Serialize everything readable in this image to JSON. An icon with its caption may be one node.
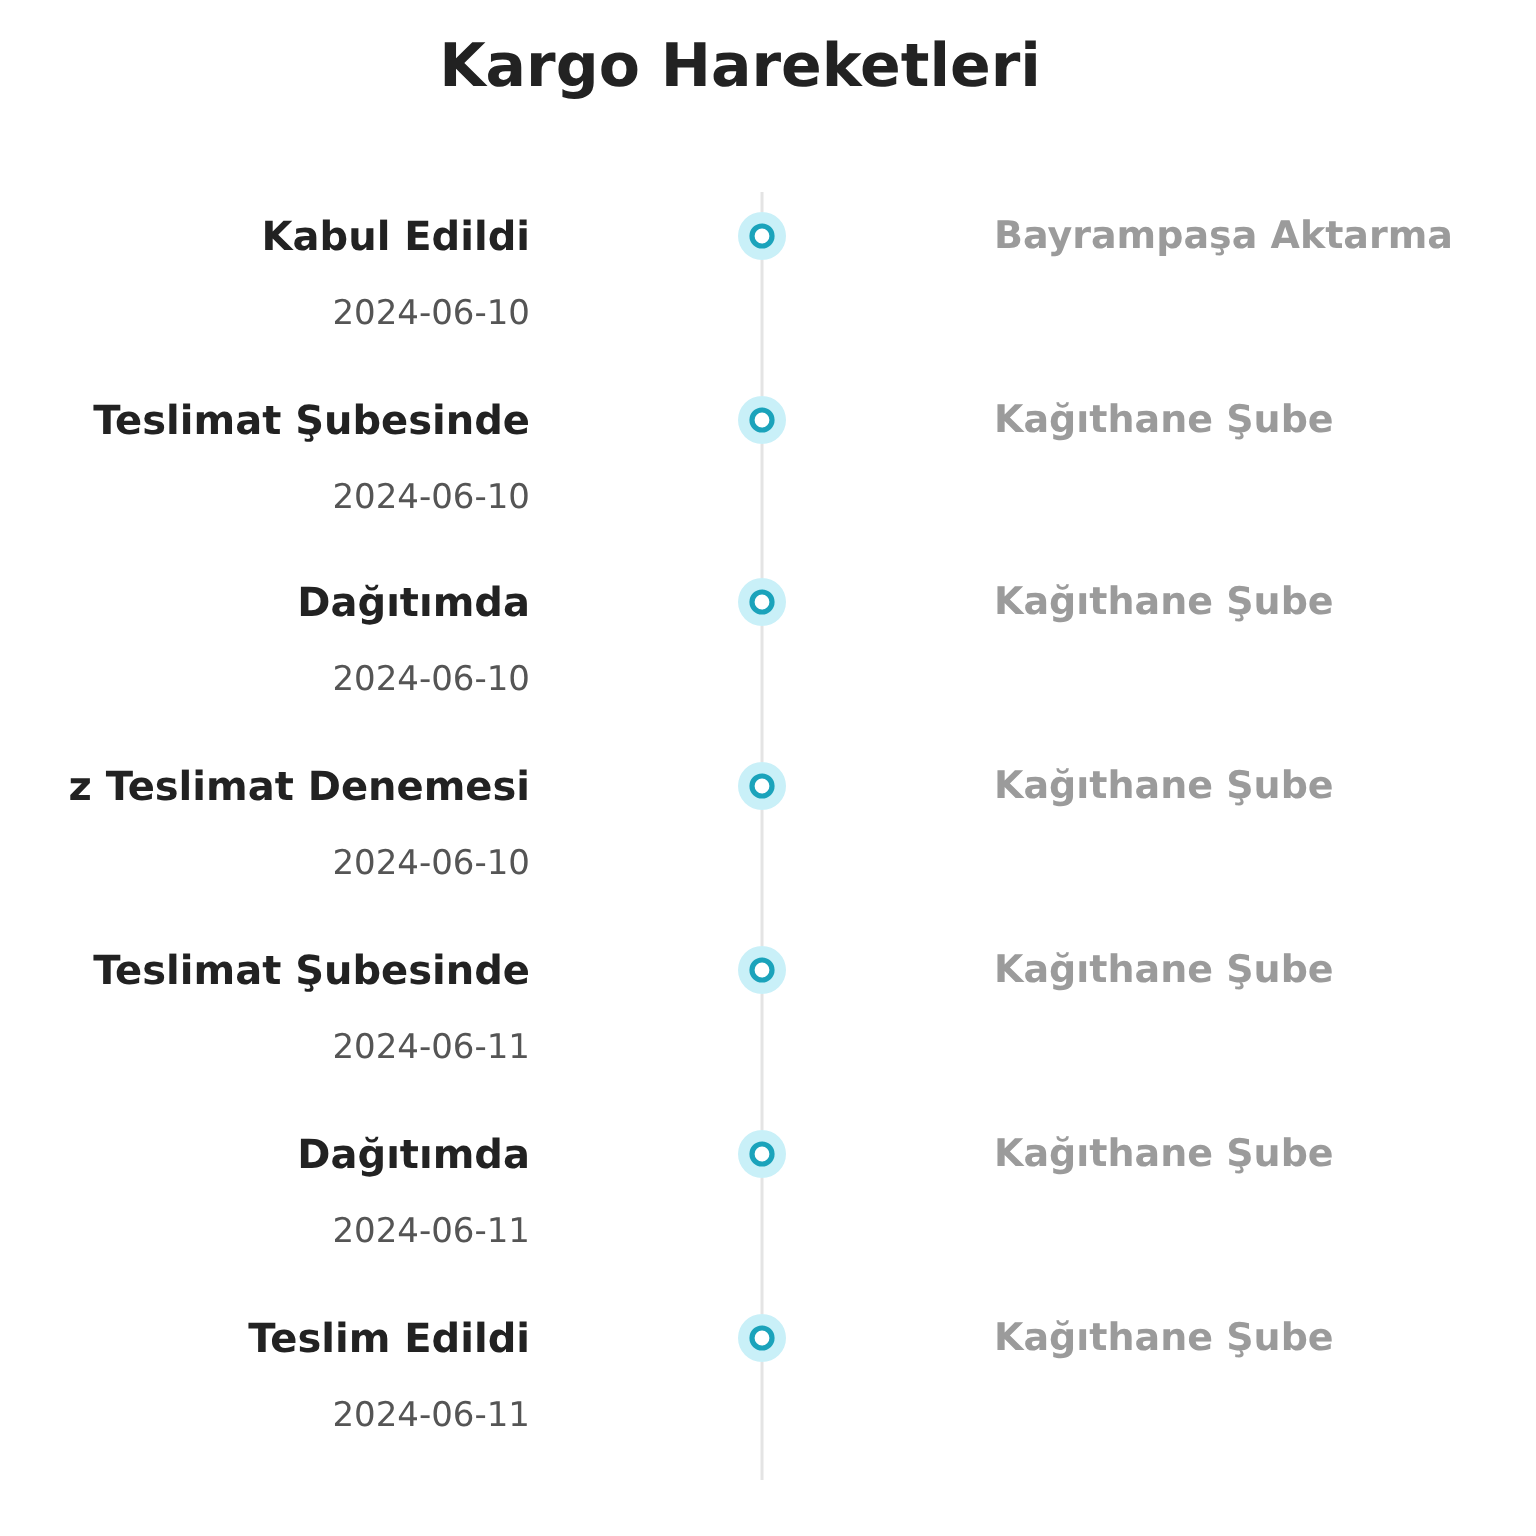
{
  "diagram": {
    "title": "Kargo Hareketleri",
    "nodes": [
      {
        "text": [],
        "shape": "circle",
        "beside": [
          "Kabul Edildi",
          "2024-06-10"
        ]
      },
      {
        "text": [],
        "shape": "circle",
        "beside": [
          "Teslimat Şubesinde",
          "2024-06-10"
        ]
      },
      {
        "text": [],
        "shape": "circle",
        "beside": [
          "Dağıtımda",
          "2024-06-10"
        ]
      },
      {
        "text": [],
        "shape": "circle",
        "beside": [
          "z Teslimat Denemesi",
          "2024-06-10"
        ]
      },
      {
        "text": [],
        "shape": "circle",
        "beside": [
          "Teslimat Şubesinde",
          "2024-06-11"
        ]
      },
      {
        "text": [],
        "shape": "circle",
        "beside": [
          "Dağıtımda",
          "2024-06-11"
        ]
      },
      {
        "text": [],
        "shape": "circle",
        "beside": [
          "Teslim Edildi",
          "2024-06-11"
        ]
      }
    ],
    "edges": [
      {
        "from": null,
        "to": 0,
        "arrow": "none"
      },
      {
        "from": 0,
        "to": 1,
        "arrow": "none"
      },
      {
        "from": 1,
        "to": 2,
        "arrow": "none"
      },
      {
        "from": 2,
        "to": 3,
        "arrow": "none"
      },
      {
        "from": 3,
        "to": 4,
        "arrow": "none"
      },
      {
        "from": 4,
        "to": 5,
        "arrow": "none"
      },
      {
        "from": 5,
        "to": 6,
        "arrow": "none"
      },
      {
        "from": 6,
        "to": null,
        "arrow": "none"
      }
    ],
    "labels": [
      "Bayrampaşa Aktarma",
      "Kağıthane Şube",
      "Kağıthane Şube",
      "Kağıthane Şube",
      "Kağıthane Şube",
      "Kağıthane Şube",
      "Kağıthane Şube"
    ]
  }
}
